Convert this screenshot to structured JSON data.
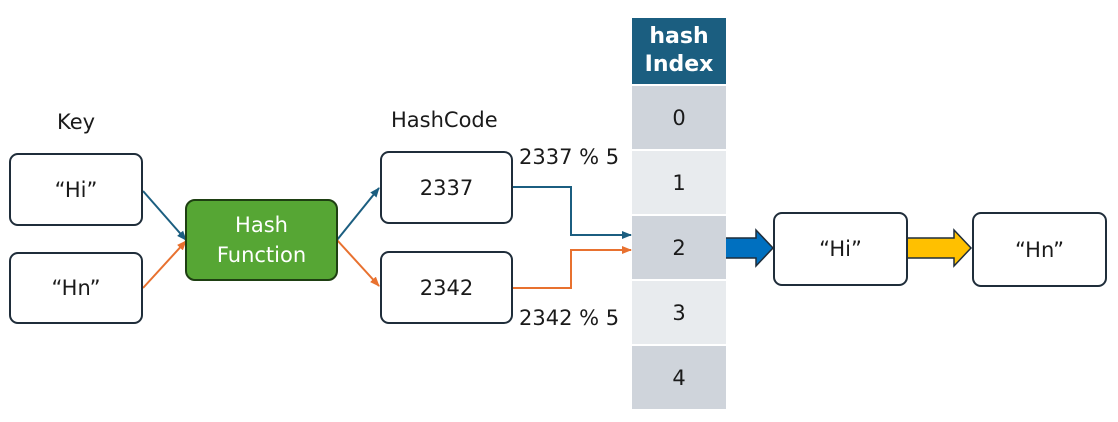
{
  "colors": {
    "blue_arrow": "#1b5e80",
    "orange_arrow": "#e8712f",
    "hash_function_fill": "#56a634",
    "table_header": "#1b5e80",
    "cell_dark": "#cfd4db",
    "cell_light": "#e8ebee",
    "chain_arrow_blue": "#0070c0",
    "chain_arrow_yellow": "#ffc000"
  },
  "labels": {
    "key": "Key",
    "hashcode": "HashCode",
    "mod_top": "2337 % 5",
    "mod_bottom": "2342 % 5"
  },
  "keys": [
    "“Hi”",
    "“Hn”"
  ],
  "hash_function": {
    "line1": "Hash",
    "line2": "Function"
  },
  "hashcodes": [
    "2337",
    "2342"
  ],
  "table": {
    "header_line1": "hash",
    "header_line2": "Index",
    "rows": [
      "0",
      "1",
      "2",
      "3",
      "4"
    ]
  },
  "chain": [
    "“Hi”",
    "“Hn”"
  ]
}
